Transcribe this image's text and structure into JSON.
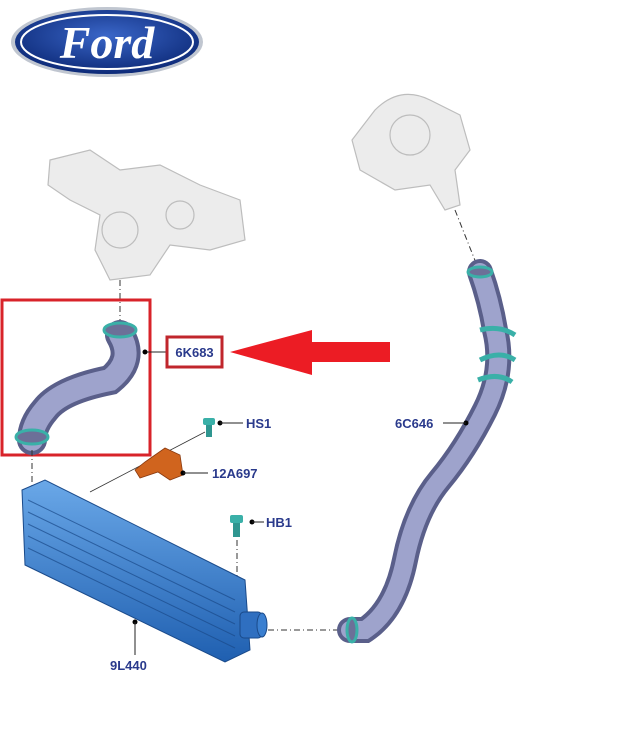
{
  "logo": {
    "brand": "Ford"
  },
  "parts": {
    "highlighted": "6K683",
    "hs1": "HS1",
    "bracket": "12A697",
    "hb1": "HB1",
    "outlet_hose": "6C646",
    "intercooler": "9L440"
  },
  "colors": {
    "highlight": "#d8232a",
    "label": "#2a3a8c",
    "hose": "#8a8fb8",
    "clamp": "#3ab0a8",
    "cooler": "#3a7fd0",
    "bracket": "#d0641e",
    "ford_blue": "#1a3a8c"
  }
}
